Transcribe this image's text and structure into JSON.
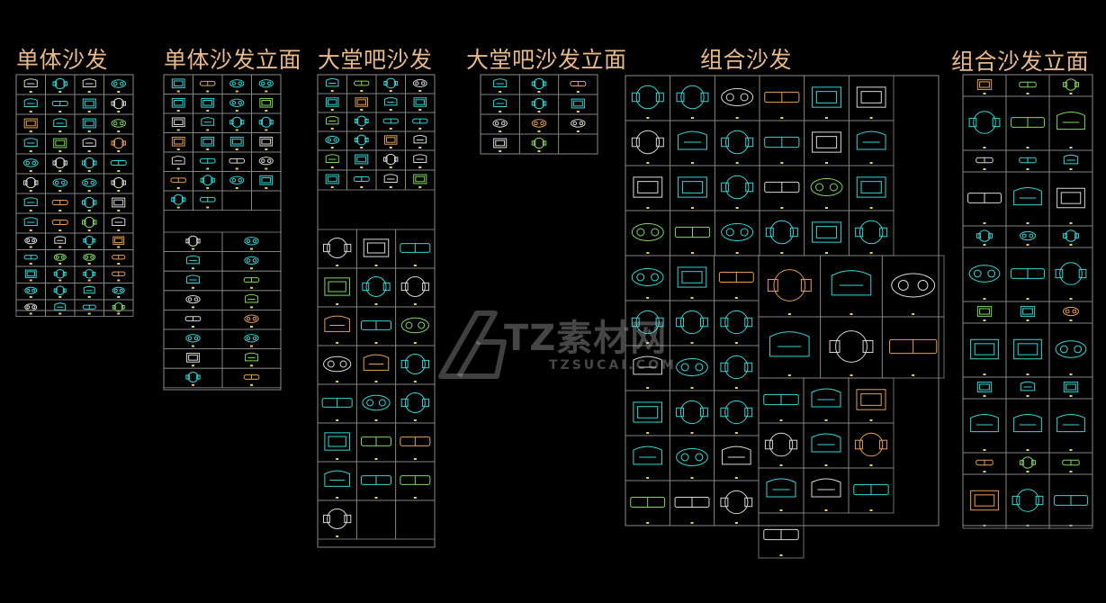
{
  "sections": [
    {
      "title": "单体沙发"
    },
    {
      "title": "单体沙发立面"
    },
    {
      "title": "大堂吧沙发"
    },
    {
      "title": "大堂吧沙发立面"
    },
    {
      "title": "组合沙发"
    },
    {
      "title": "组合沙发立面"
    }
  ],
  "watermark": {
    "brand": "TZ素材网",
    "url": "TZSUCAI.COM"
  },
  "colors": {
    "background": "#000000",
    "title": "#e8b888",
    "grid_line": "#8a8a8a",
    "symbol_cyan": "#2fd8d8",
    "symbol_white": "#d8d8d8",
    "symbol_orange": "#e8a050",
    "symbol_green": "#7fd860",
    "label_yellow": "#e8d060"
  }
}
